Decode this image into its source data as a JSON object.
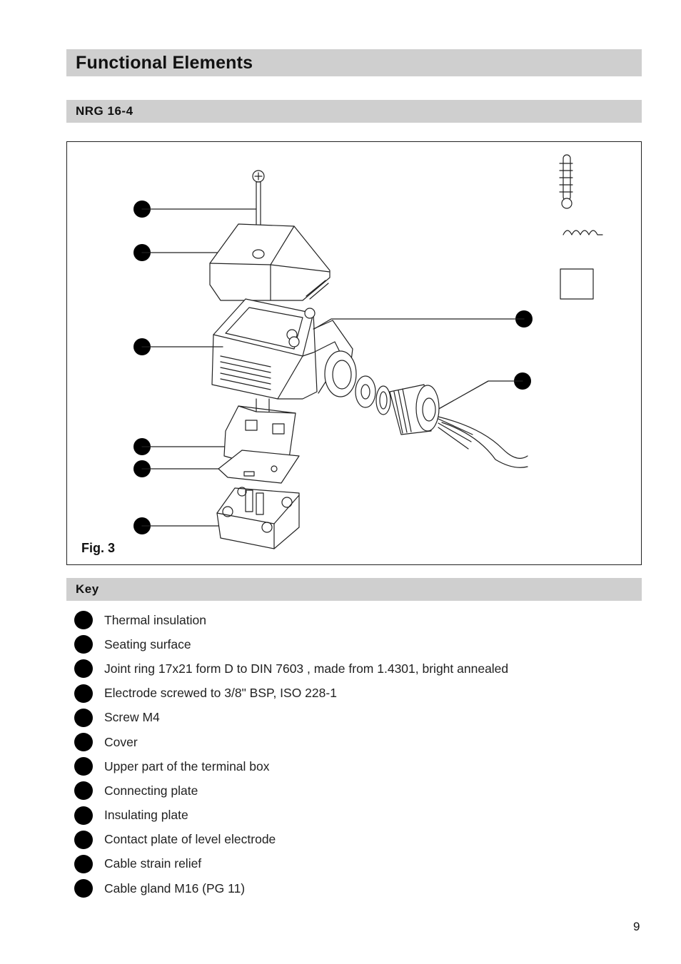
{
  "header": {
    "title": "Functional Elements",
    "subtitle": "NRG 16-4"
  },
  "figure": {
    "label": "Fig. 3"
  },
  "key": {
    "heading": "Key",
    "items": [
      "Thermal insulation",
      "Seating surface",
      "Joint ring 17x21 form D to DIN 7603 , made from 1.4301, bright annealed",
      "Electrode screwed to 3/8\" BSP, ISO 228-1",
      "Screw M4",
      "Cover",
      "Upper part of the terminal box",
      "Connecting plate",
      "Insulating plate",
      "Contact plate of level electrode",
      "Cable strain relief",
      "Cable gland M16 (PG 11)"
    ]
  },
  "footer": {
    "page_number": "9"
  }
}
